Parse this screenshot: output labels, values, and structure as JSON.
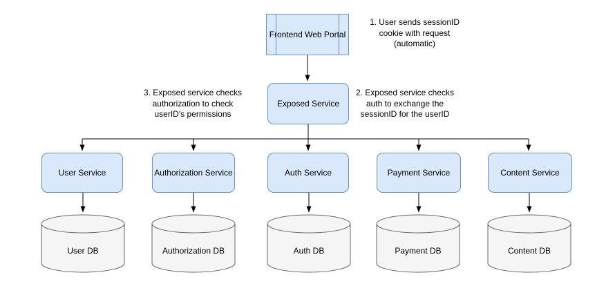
{
  "diagram": {
    "frontend": {
      "label": "Frontend Web Portal"
    },
    "exposed": {
      "label": "Exposed Service"
    },
    "annotations": {
      "note1": "1. User sends sessionID\ncookie with request\n(automatic)",
      "note2": "2. Exposed service checks\nauth to exchange the\nsessionID for the userID",
      "note3": "3. Exposed service checks\nauthorization to check\nuserID's permissions"
    },
    "services": [
      {
        "label": "User Service"
      },
      {
        "label": "Authorization Service"
      },
      {
        "label": "Auth Service"
      },
      {
        "label": "Payment Service"
      },
      {
        "label": "Content Service"
      }
    ],
    "databases": [
      {
        "label": "User DB"
      },
      {
        "label": "Authorization DB"
      },
      {
        "label": "Auth DB"
      },
      {
        "label": "Payment DB"
      },
      {
        "label": "Content DB"
      }
    ],
    "colors": {
      "node_fill": "#dae8fc",
      "node_border": "#6c8ebf",
      "db_fill": "#f5f5f5",
      "db_border": "#666666",
      "line": "#000000"
    }
  }
}
